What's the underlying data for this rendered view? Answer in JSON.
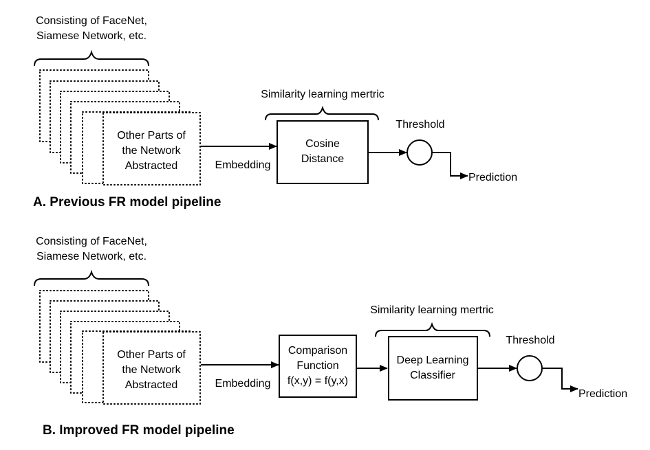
{
  "pipeline_a": {
    "brace_label_line1": "Consisting of FaceNet,",
    "brace_label_line2": "Siamese Network, etc.",
    "network_line1": "Other Parts of",
    "network_line2": "the Network",
    "network_line3": "Abstracted",
    "embedding": "Embedding",
    "metric_label": "Similarity learning mertric",
    "metric_box_line1": "Cosine",
    "metric_box_line2": "Distance",
    "threshold": "Threshold",
    "prediction": "Prediction",
    "title": "A. Previous FR model pipeline"
  },
  "pipeline_b": {
    "brace_label_line1": "Consisting of FaceNet,",
    "brace_label_line2": "Siamese Network, etc.",
    "network_line1": "Other Parts of",
    "network_line2": "the Network",
    "network_line3": "Abstracted",
    "embedding": "Embedding",
    "comparison_line1": "Comparison",
    "comparison_line2": "Function",
    "comparison_line3": "f(x,y) = f(y,x)",
    "metric_label": "Similarity learning mertric",
    "classifier_line1": "Deep Learning",
    "classifier_line2": "Classifier",
    "threshold": "Threshold",
    "prediction": "Prediction",
    "title": "B. Improved FR model pipeline"
  }
}
